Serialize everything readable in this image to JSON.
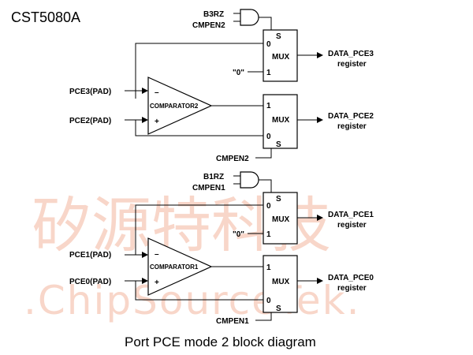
{
  "header": {
    "part_number": "CST5080A"
  },
  "caption": "Port PCE mode 2 block diagram",
  "watermark": {
    "chinese": "矽源特科技",
    "english": ".ChipSourceTek."
  },
  "block_top": {
    "gate_inputs": [
      "B3RZ",
      "CMPEN2"
    ],
    "mux1": {
      "label": "MUX",
      "select": "S",
      "in0": "0",
      "in1": "1",
      "const_in": "\"0\"",
      "output": [
        "DATA_PCE3",
        "register"
      ]
    },
    "comparator": {
      "label": "COMPARATOR2",
      "minus": "–",
      "plus": "+",
      "input_minus": "PCE3(PAD)",
      "input_plus": "PCE2(PAD)"
    },
    "mux2": {
      "label": "MUX",
      "select": "S",
      "in0": "0",
      "in1": "1",
      "select_signal": "CMPEN2",
      "output": [
        "DATA_PCE2",
        "register"
      ]
    }
  },
  "block_bottom": {
    "gate_inputs": [
      "B1RZ",
      "CMPEN1"
    ],
    "mux1": {
      "label": "MUX",
      "select": "S",
      "in0": "0",
      "in1": "1",
      "const_in": "\"0\"",
      "output": [
        "DATA_PCE1",
        "register"
      ]
    },
    "comparator": {
      "label": "COMPARATOR1",
      "minus": "–",
      "plus": "+",
      "input_minus": "PCE1(PAD)",
      "input_plus": "PCE0(PAD)"
    },
    "mux2": {
      "label": "MUX",
      "select": "S",
      "in0": "0",
      "in1": "1",
      "select_signal": "CMPEN1",
      "output": [
        "DATA_PCE0",
        "register"
      ]
    }
  }
}
